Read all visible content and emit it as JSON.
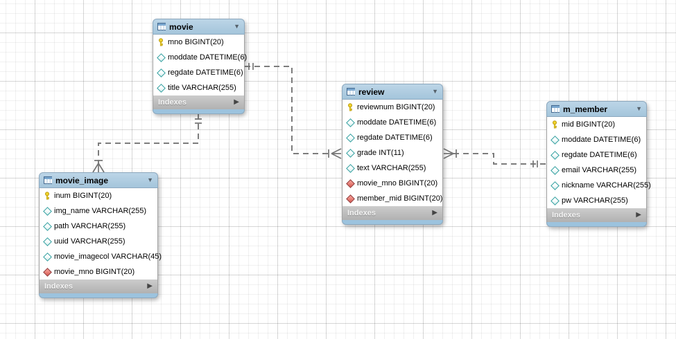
{
  "diagram": {
    "tables": [
      {
        "name": "movie",
        "footer": "Indexes",
        "columns": [
          {
            "icon": "primary-key",
            "label": "mno BIGINT(20)"
          },
          {
            "icon": "column",
            "label": "moddate DATETIME(6)"
          },
          {
            "icon": "column",
            "label": "regdate DATETIME(6)"
          },
          {
            "icon": "column",
            "label": "title VARCHAR(255)"
          }
        ]
      },
      {
        "name": "review",
        "footer": "Indexes",
        "columns": [
          {
            "icon": "primary-key",
            "label": "reviewnum BIGINT(20)"
          },
          {
            "icon": "column",
            "label": "moddate DATETIME(6)"
          },
          {
            "icon": "column",
            "label": "regdate DATETIME(6)"
          },
          {
            "icon": "column",
            "label": "grade INT(11)"
          },
          {
            "icon": "column",
            "label": "text VARCHAR(255)"
          },
          {
            "icon": "foreign-key",
            "label": "movie_mno BIGINT(20)"
          },
          {
            "icon": "foreign-key",
            "label": "member_mid BIGINT(20)"
          }
        ]
      },
      {
        "name": "m_member",
        "footer": "Indexes",
        "columns": [
          {
            "icon": "primary-key",
            "label": "mid BIGINT(20)"
          },
          {
            "icon": "column",
            "label": "moddate DATETIME(6)"
          },
          {
            "icon": "column",
            "label": "regdate DATETIME(6)"
          },
          {
            "icon": "column",
            "label": "email VARCHAR(255)"
          },
          {
            "icon": "column",
            "label": "nickname VARCHAR(255)"
          },
          {
            "icon": "column",
            "label": "pw VARCHAR(255)"
          }
        ]
      },
      {
        "name": "movie_image",
        "footer": "Indexes",
        "columns": [
          {
            "icon": "primary-key",
            "label": "inum BIGINT(20)"
          },
          {
            "icon": "column",
            "label": "img_name VARCHAR(255)"
          },
          {
            "icon": "column",
            "label": "path VARCHAR(255)"
          },
          {
            "icon": "column",
            "label": "uuid VARCHAR(255)"
          },
          {
            "icon": "column",
            "label": "movie_imagecol VARCHAR(45)"
          },
          {
            "icon": "foreign-key",
            "label": "movie_mno BIGINT(20)"
          }
        ]
      }
    ],
    "relationships": [
      {
        "from": "movie",
        "to": "review",
        "from_cardinality": "one-mandatory",
        "to_cardinality": "many-mandatory",
        "line_style": "dashed"
      },
      {
        "from": "movie",
        "to": "movie_image",
        "from_cardinality": "one-mandatory",
        "to_cardinality": "many-mandatory",
        "line_style": "dashed"
      },
      {
        "from": "m_member",
        "to": "review",
        "from_cardinality": "one-mandatory",
        "to_cardinality": "many-mandatory",
        "line_style": "dashed"
      }
    ],
    "colors": {
      "table_header": "#aecbe0",
      "footer_bar": "#bdbdbd",
      "bottom_strip": "#9cc3de",
      "primary_key_icon": "#f0d028",
      "foreign_key_icon": "#d4574e",
      "column_icon": "#2f9e9e",
      "relationship_line": "#7c7c7c"
    }
  }
}
